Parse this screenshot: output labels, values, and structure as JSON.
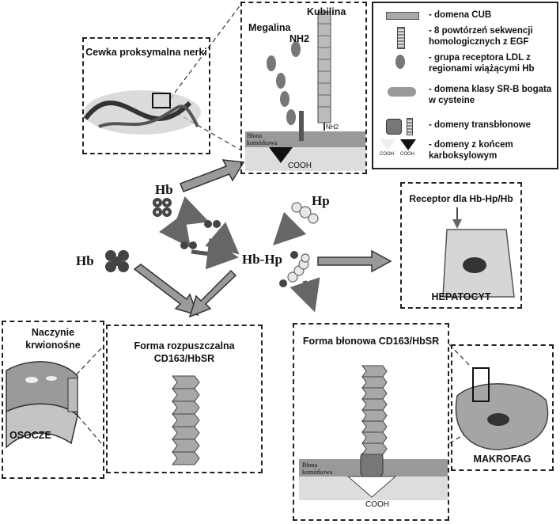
{
  "legend": {
    "items": [
      {
        "icon": "cub-domain-icon",
        "text": "- domena CUB"
      },
      {
        "icon": "egf-repeat-icon",
        "text": "- 8 powtórzeń sekwencji homologicznych z EGF"
      },
      {
        "icon": "ldl-receptor-icon",
        "text": "- grupa receptora LDL z regionami wiążącymi Hb"
      },
      {
        "icon": "srb-domain-icon",
        "text": "- domena klasy SR-B bogata w cysteine"
      },
      {
        "icon": "transmembrane-domain-icon",
        "text": "- domeny transbłonowe"
      },
      {
        "icon": "cooh-domain-icon",
        "text": "- domeny z końcem karboksylowym"
      }
    ],
    "cooh_small_1": "COOH",
    "cooh_small_2": "COOH"
  },
  "kidney_box": {
    "title": "Cewka proksymalna nerki"
  },
  "receptor_box": {
    "megalina": "Megalina",
    "kubilina": "Kubilina",
    "nh2": "NH2",
    "nh2_small": "NH2",
    "membrane": "Błona komórkowa",
    "cooh": "COOH"
  },
  "center": {
    "hb_top": "Hb",
    "hb_left": "Hb",
    "hp": "Hp",
    "hb_hp": "Hb-Hp"
  },
  "hepatocyte_box": {
    "receptor_label": "Receptor dla Hb-Hp/Hb",
    "name": "HEPATOCYT"
  },
  "vessel_box": {
    "title": "Naczynie krwionośne",
    "plasma": "OSOCZE"
  },
  "soluble_box": {
    "title": "Forma rozpuszczalna CD163/HbSR"
  },
  "membrane_box": {
    "title": "Forma błonowa CD163/HbSR",
    "membrane": "Błona komórkowa",
    "cooh": "COOH"
  },
  "macrophage_box": {
    "name": "MAKROFAG"
  }
}
